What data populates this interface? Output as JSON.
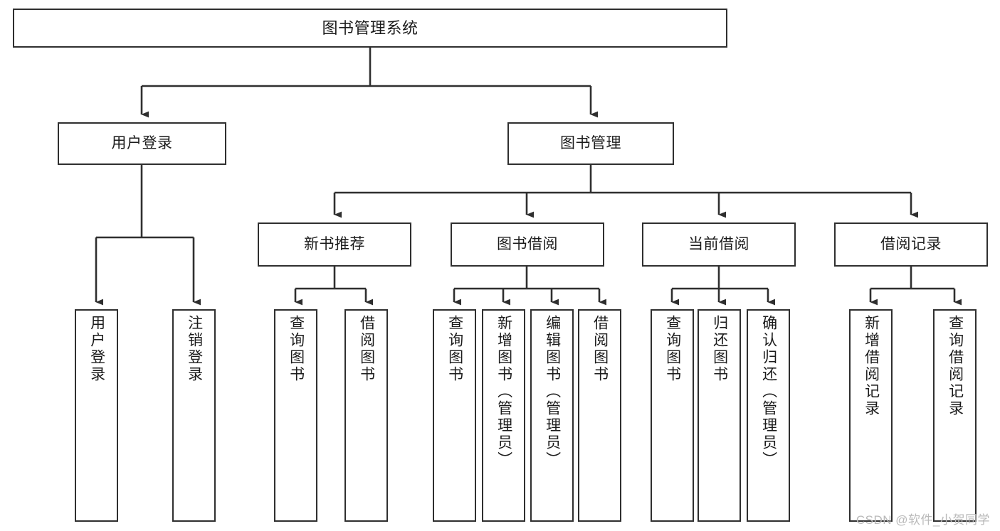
{
  "diagram": {
    "kind": "tree-flowchart",
    "root": {
      "label": "图书管理系统",
      "id": "root-system"
    },
    "level2": [
      {
        "id": "user-login",
        "label": "用户登录"
      },
      {
        "id": "book-management",
        "label": "图书管理"
      }
    ],
    "level3": [
      {
        "id": "new-book-recommend",
        "label": "新书推荐"
      },
      {
        "id": "book-borrow",
        "label": "图书借阅"
      },
      {
        "id": "current-borrow",
        "label": "当前借阅"
      },
      {
        "id": "borrow-record",
        "label": "借阅记录"
      }
    ],
    "leaves": {
      "user_login": [
        {
          "id": "leaf-user-login",
          "label": "用户登录"
        },
        {
          "id": "leaf-logout-login",
          "label": "注销登录"
        }
      ],
      "new_book_recommend": [
        {
          "id": "leaf-query-book-1",
          "label": "查询图书"
        },
        {
          "id": "leaf-borrow-book-1",
          "label": "借阅图书"
        }
      ],
      "book_borrow": [
        {
          "id": "leaf-query-book-2",
          "label": "查询图书"
        },
        {
          "id": "leaf-add-book",
          "label": "新增图书（管理员）"
        },
        {
          "id": "leaf-edit-book",
          "label": "编辑图书（管理员）"
        },
        {
          "id": "leaf-borrow-book-2",
          "label": "借阅图书"
        }
      ],
      "current_borrow": [
        {
          "id": "leaf-query-book-3",
          "label": "查询图书"
        },
        {
          "id": "leaf-return-book",
          "label": "归还图书"
        },
        {
          "id": "leaf-confirm-return",
          "label": "确认归还（管理员）"
        }
      ],
      "borrow_record": [
        {
          "id": "leaf-add-record",
          "label": "新增借阅记录"
        },
        {
          "id": "leaf-query-record",
          "label": "查询借阅记录"
        }
      ]
    },
    "colors": {
      "stroke": "#2f2f2f",
      "fill": "#ffffff",
      "text": "#1b1b1b",
      "watermark": "#b9b9b9"
    }
  },
  "watermark": {
    "text": "CSDN @软件_小贺同学"
  }
}
